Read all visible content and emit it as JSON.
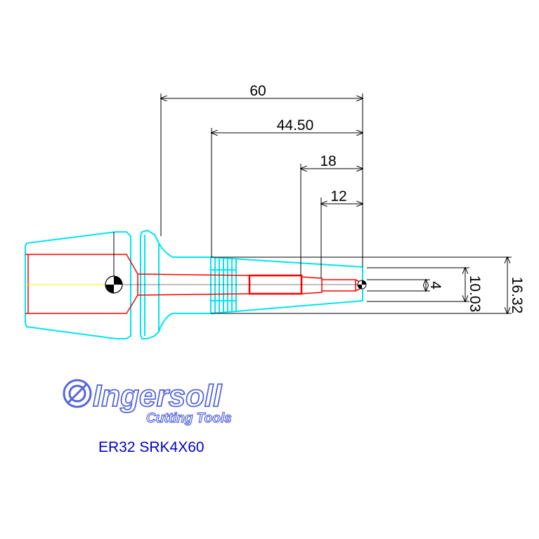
{
  "dimensions": {
    "d60": "60",
    "d44_50": "44.50",
    "d18": "18",
    "d12": "12",
    "d4": "4",
    "d10_03": "10.03",
    "d16_32": "16.32"
  },
  "logo": {
    "name": "Ingersoll",
    "tagline": "Cutting Tools"
  },
  "part_number": "ER32 SRK4X60",
  "colors": {
    "outline": "#00e5f0",
    "bore": "#ff0000",
    "dimension": "#000000",
    "centerline": "#ffff00",
    "logo_fill": "#ffffff",
    "logo_stroke": "#5566d8",
    "part_label": "#0000cc"
  }
}
